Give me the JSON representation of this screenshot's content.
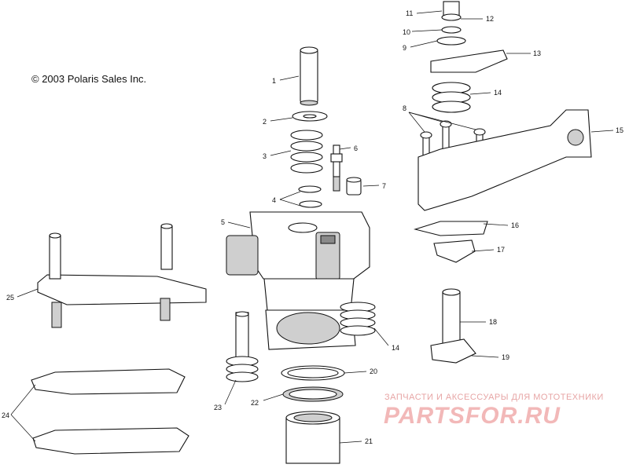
{
  "copyright": "© 2003 Polaris Sales Inc.",
  "watermark": {
    "line1": "ЗАПЧАСТИ И АКСЕССУАРЫ ДЛЯ МОТОТЕХНИКИ",
    "logo": "PARTSFOR.RU"
  },
  "callouts": [
    {
      "id": "c1",
      "label": "1"
    },
    {
      "id": "c2",
      "label": "2"
    },
    {
      "id": "c3",
      "label": "3"
    },
    {
      "id": "c4",
      "label": "4"
    },
    {
      "id": "c5",
      "label": "5"
    },
    {
      "id": "c6",
      "label": "6"
    },
    {
      "id": "c7",
      "label": "7"
    },
    {
      "id": "c8",
      "label": "8"
    },
    {
      "id": "c9",
      "label": "9"
    },
    {
      "id": "c10",
      "label": "10"
    },
    {
      "id": "c11",
      "label": "11"
    },
    {
      "id": "c12",
      "label": "12"
    },
    {
      "id": "c13",
      "label": "13"
    },
    {
      "id": "c14a",
      "label": "14"
    },
    {
      "id": "c14b",
      "label": "14"
    },
    {
      "id": "c15",
      "label": "15"
    },
    {
      "id": "c16",
      "label": "16"
    },
    {
      "id": "c17",
      "label": "17"
    },
    {
      "id": "c18",
      "label": "18"
    },
    {
      "id": "c19",
      "label": "19"
    },
    {
      "id": "c20",
      "label": "20"
    },
    {
      "id": "c21",
      "label": "21"
    },
    {
      "id": "c22",
      "label": "22"
    },
    {
      "id": "c23",
      "label": "23"
    },
    {
      "id": "c24",
      "label": "24"
    },
    {
      "id": "c25",
      "label": "25"
    }
  ]
}
